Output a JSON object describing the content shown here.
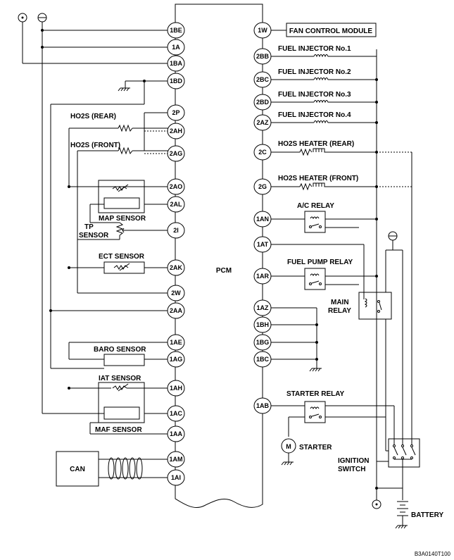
{
  "pcm_label": "PCM",
  "left_pins": [
    "1BE",
    "1A",
    "1BA",
    "1BD",
    "2P",
    "2AH",
    "2AG",
    "2AO",
    "2AL",
    "2I",
    "2AK",
    "2W",
    "2AA",
    "1AE",
    "1AG",
    "1AH",
    "1AC",
    "1AA",
    "1AM",
    "1AI"
  ],
  "right_pins": [
    "1W",
    "2BB",
    "2BC",
    "2BD",
    "2AZ",
    "2C",
    "2G",
    "1AN",
    "1AT",
    "1AR",
    "1AZ",
    "1BH",
    "1BG",
    "1BC",
    "1AB"
  ],
  "components": {
    "fan_control_module": "FAN CONTROL MODULE",
    "fuel_injector_1": "FUEL INJECTOR No.1",
    "fuel_injector_2": "FUEL INJECTOR No.2",
    "fuel_injector_3": "FUEL INJECTOR No.3",
    "fuel_injector_4": "FUEL INJECTOR No.4",
    "ho2s_heater_rear": "HO2S HEATER (REAR)",
    "ho2s_heater_front": "HO2S HEATER (FRONT)",
    "ac_relay": "A/C RELAY",
    "fuel_pump_relay": "FUEL PUMP RELAY",
    "main_relay_1": "MAIN",
    "main_relay_2": "RELAY",
    "starter_relay": "STARTER RELAY",
    "starter": "STARTER",
    "starter_motor_symbol": "M",
    "ignition_switch_1": "IGNITION",
    "ignition_switch_2": "SWITCH",
    "battery": "BATTERY",
    "ho2s_rear": "HO2S (REAR)",
    "ho2s_front": "HO2S (FRONT)",
    "map_sensor": "MAP SENSOR",
    "tp_sensor_1": "TP",
    "tp_sensor_2": "SENSOR",
    "ect_sensor": "ECT SENSOR",
    "baro_sensor": "BARO SENSOR",
    "iat_sensor": "IAT SENSOR",
    "maf_sensor": "MAF SENSOR",
    "can": "CAN"
  },
  "figure_id": "B3A0140T100"
}
